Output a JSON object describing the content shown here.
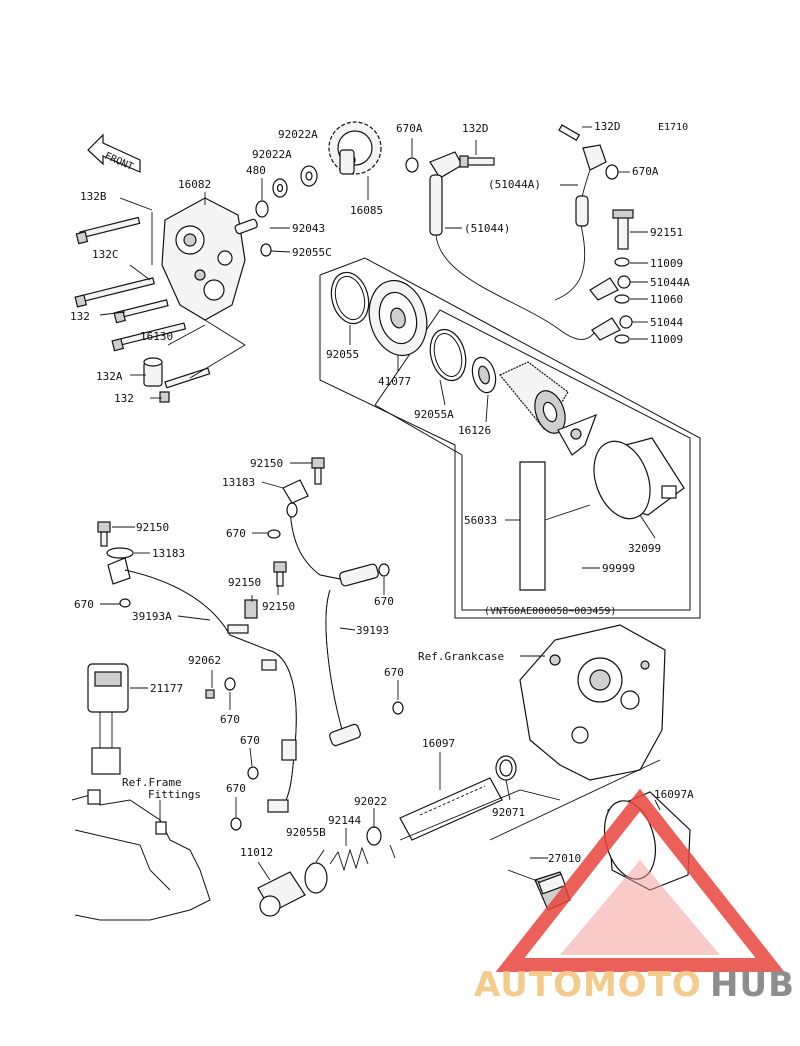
{
  "diagram": {
    "code": "E1710",
    "front_label": "FRONT",
    "serial_range": "(VNT60AE000058~003459)",
    "ref_crankcase": "Ref.Grankcase",
    "ref_frame_1": "Ref.Frame",
    "ref_frame_2": "Fittings"
  },
  "parts": {
    "p132b": "132B",
    "p16082": "16082",
    "p132c": "132C",
    "p132_1": "132",
    "p16130": "16130",
    "p132a": "132A",
    "p132_2": "132",
    "p480": "480",
    "p92022a_1": "92022A",
    "p92022a_2": "92022A",
    "p92043": "92043",
    "p92055c": "92055C",
    "p16085": "16085",
    "p670a_1": "670A",
    "p132d_1": "132D",
    "p51044_paren": "(51044)",
    "p132d_2": "132D",
    "p51044a_paren": "(51044A)",
    "p670a_2": "670A",
    "p92151": "92151",
    "p11009_1": "11009",
    "p51044a": "51044A",
    "p11060": "11060",
    "p51044": "51044",
    "p11009_2": "11009",
    "p92055": "92055",
    "p41077": "41077",
    "p92055a": "92055A",
    "p16126": "16126",
    "p56033": "56033",
    "p32099": "32099",
    "p99999": "99999",
    "p92150_1": "92150",
    "p13183_1": "13183",
    "p92150_2": "92150",
    "p13183_2": "13183",
    "p670_1": "670",
    "p670_2": "670",
    "p92150_3": "92150",
    "p92150_4": "92150",
    "p39193a": "39193A",
    "p670_3": "670",
    "p39193": "39193",
    "p92062": "92062",
    "p670_4": "670",
    "p21177": "21177",
    "p670_5": "670",
    "p670_6": "670",
    "p670_7": "670",
    "p16097": "16097",
    "p92022": "92022",
    "p92144": "92144",
    "p92071": "92071",
    "p92055b": "92055B",
    "p11012": "11012",
    "p27010": "27010",
    "p16097a": "16097A"
  },
  "watermark": {
    "part1": "AUTOMOTO",
    "part2": "HUB",
    "color1": "#f0c27a",
    "color2": "#7a7a7a",
    "triangle_color": "#e8453c"
  }
}
